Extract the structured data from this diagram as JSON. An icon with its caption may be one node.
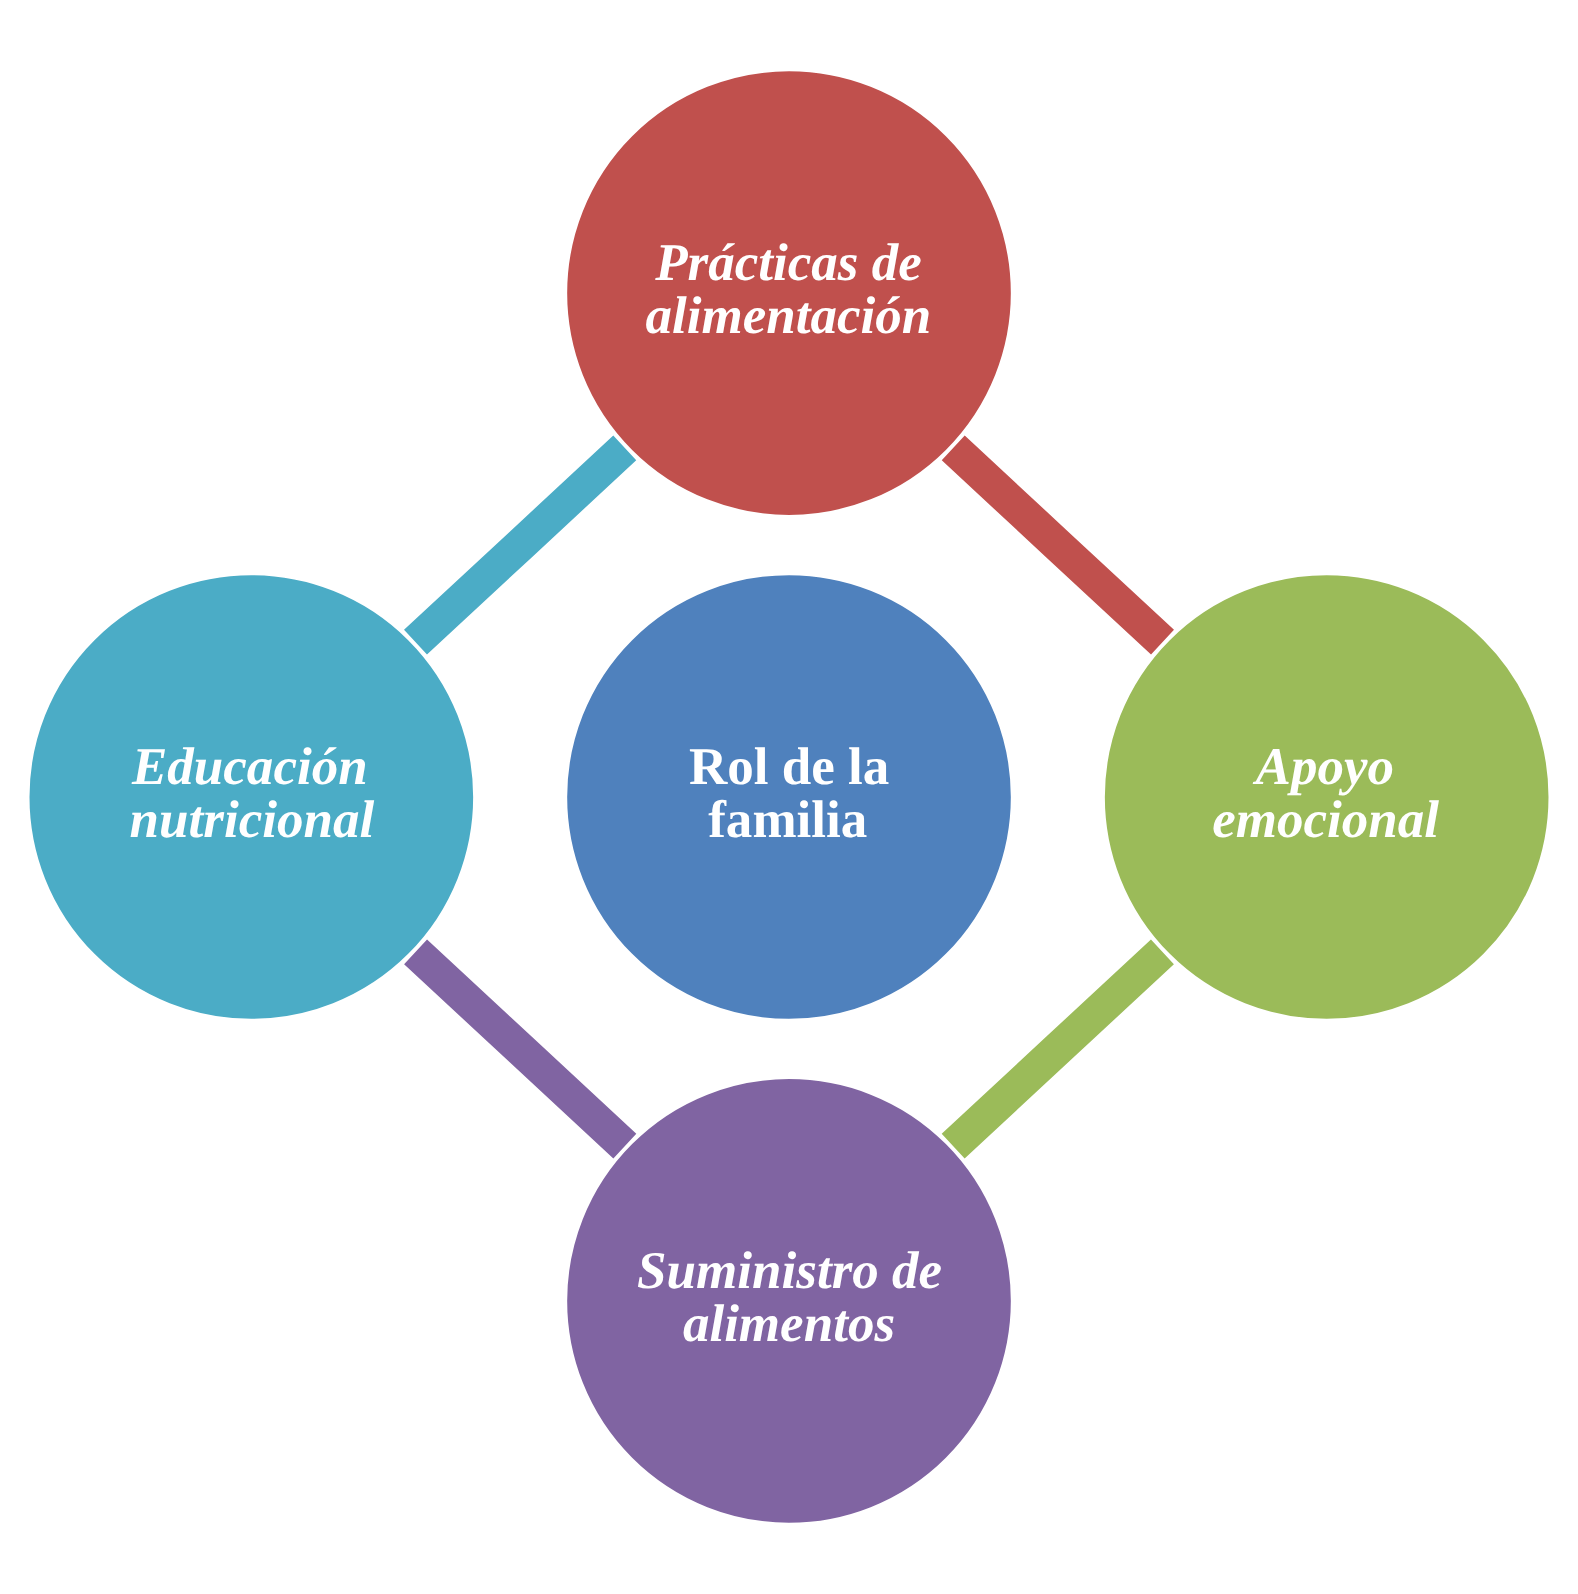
{
  "diagram": {
    "nodes": [
      {
        "text": [
          "Prácticas de alimentación"
        ]
      },
      {
        "text": [
          "Educación nutricional"
        ]
      },
      {
        "text": [
          "Rol de la familia"
        ]
      },
      {
        "text": [
          "Apoyo emocional"
        ]
      },
      {
        "text": [
          "Suministro de alimentos"
        ]
      }
    ],
    "edges": [
      {
        "from": 0,
        "to": 3,
        "arrow": "none",
        "color": "#c0504d"
      },
      {
        "from": 3,
        "to": 4,
        "arrow": "none",
        "color": "#9bbb59"
      },
      {
        "from": 4,
        "to": 1,
        "arrow": "none",
        "color": "#8064a2"
      },
      {
        "from": 1,
        "to": 0,
        "arrow": "none",
        "color": "#4bacc6"
      }
    ]
  }
}
